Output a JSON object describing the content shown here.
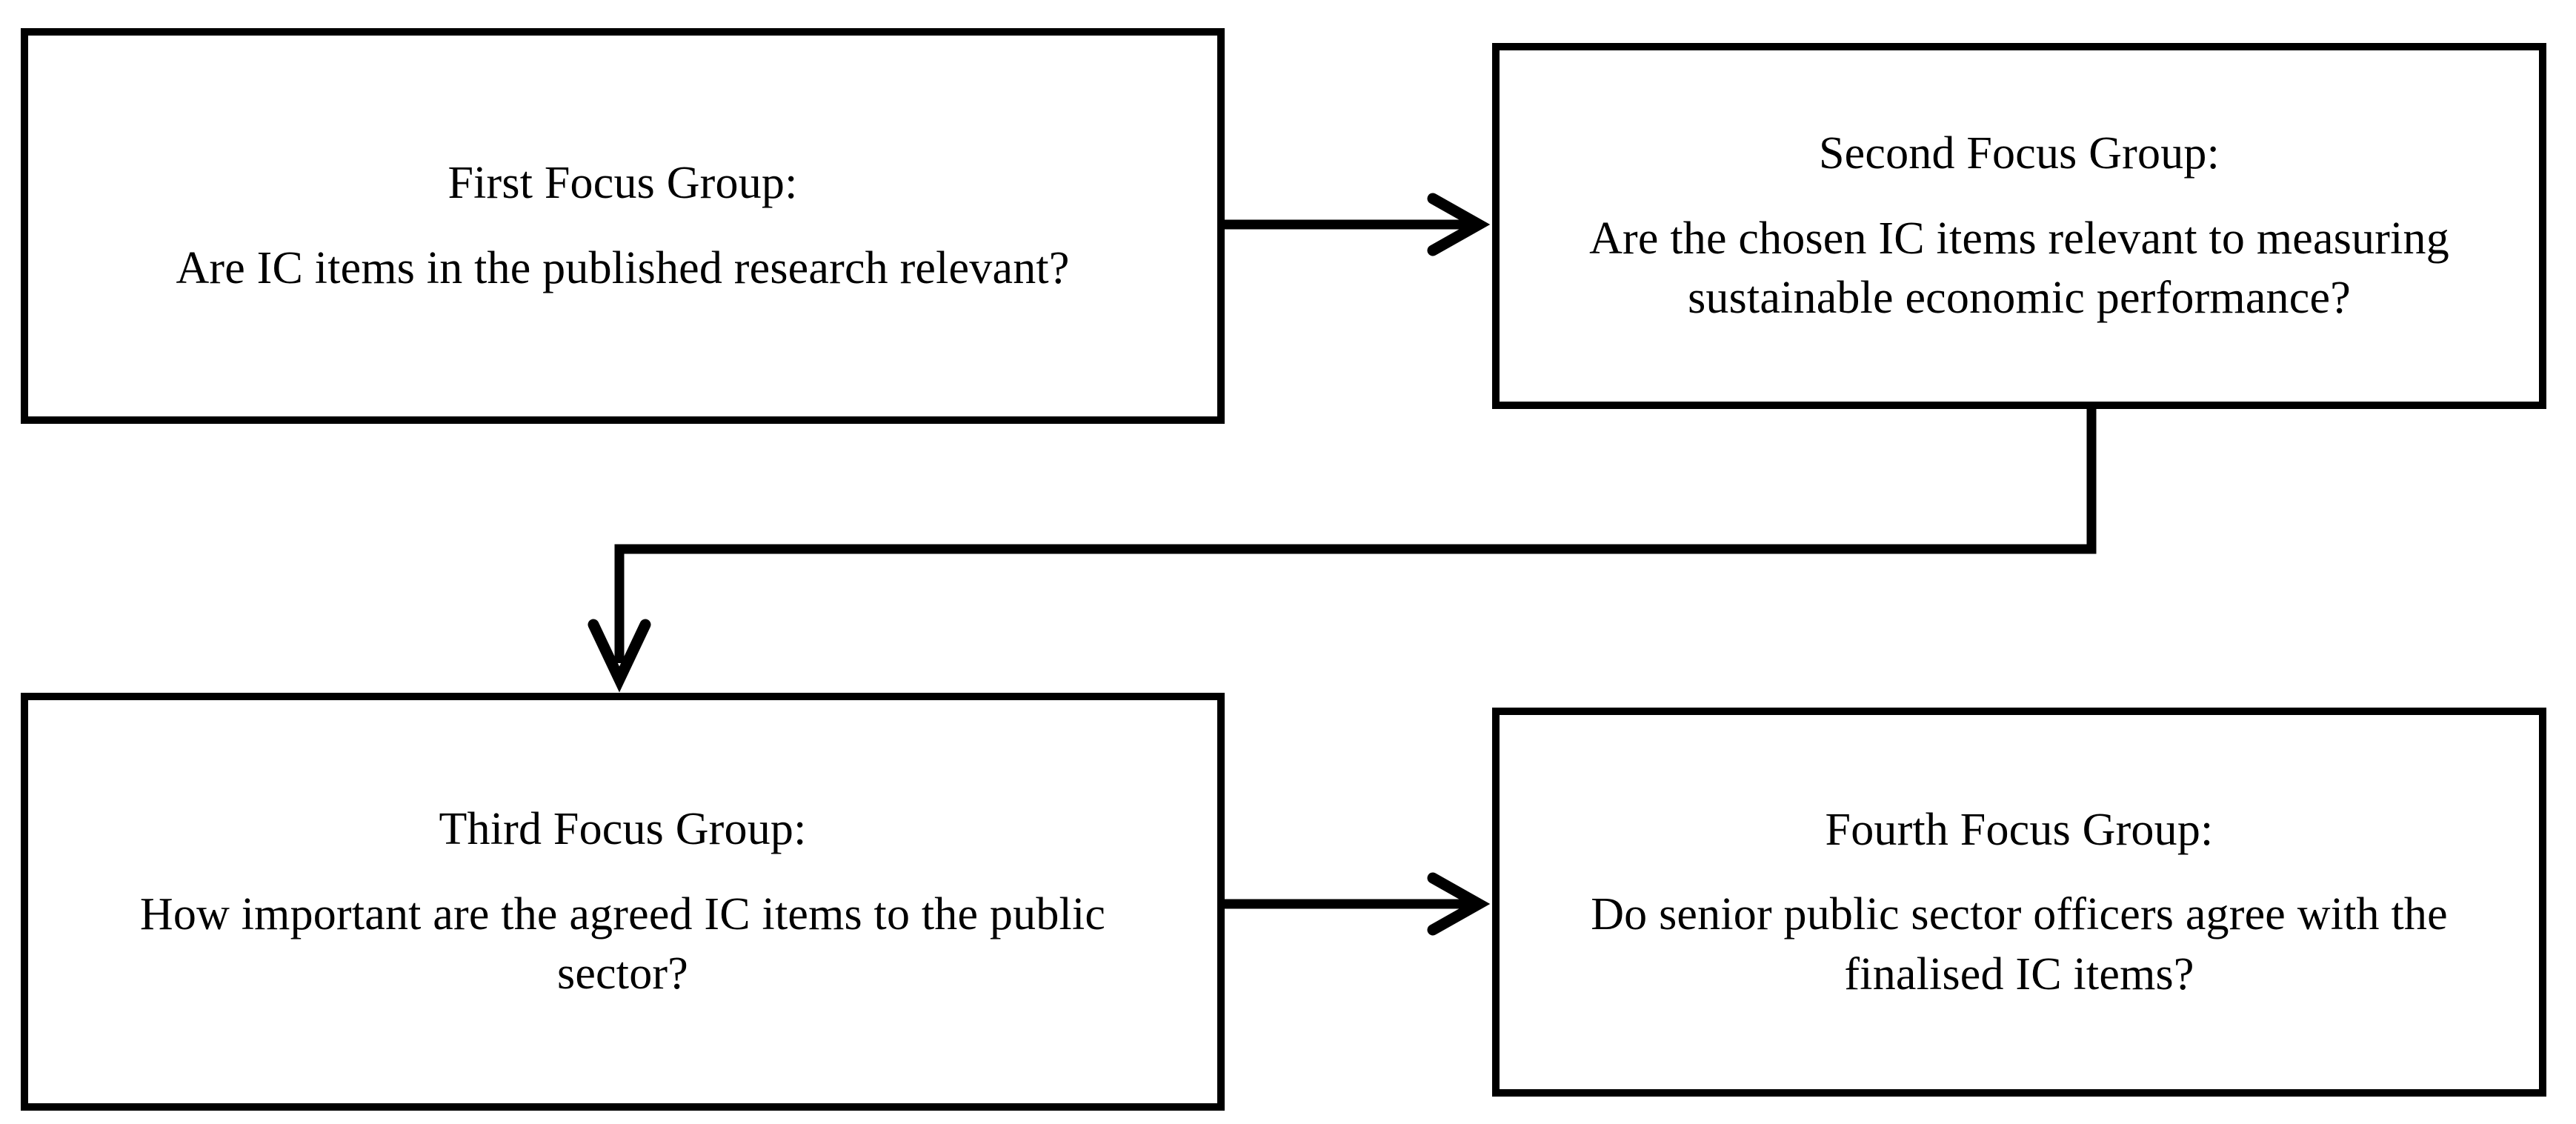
{
  "diagram": {
    "type": "flowchart",
    "orientation": "2x2 grid, left-to-right then wrap",
    "background_color": "#FFFFFF",
    "stroke_color": "#000000",
    "text_color": "#000000",
    "nodes": [
      {
        "id": "first-focus-group",
        "title": "First Focus Group:",
        "question": "Are IC items in the published research relevant?"
      },
      {
        "id": "second-focus-group",
        "title": "Second Focus Group:",
        "question": "Are the chosen IC items relevant to measuring sustainable economic performance?"
      },
      {
        "id": "third-focus-group",
        "title": "Third Focus Group:",
        "question": "How important are the agreed IC items to the public sector?"
      },
      {
        "id": "fourth-focus-group",
        "title": "Fourth Focus Group:",
        "question": "Do senior public sector officers agree with the finalised IC items?"
      }
    ],
    "connectors": [
      {
        "id": "arrow-1-to-2",
        "from": "first-focus-group",
        "to": "second-focus-group",
        "shape": "straight-horizontal",
        "arrowhead": "open-v",
        "direction": "right"
      },
      {
        "id": "arrow-2-to-3",
        "from": "second-focus-group",
        "to": "third-focus-group",
        "shape": "elbow-down-left-down",
        "arrowhead": "open-v",
        "direction": "down"
      },
      {
        "id": "arrow-3-to-4",
        "from": "third-focus-group",
        "to": "fourth-focus-group",
        "shape": "straight-horizontal",
        "arrowhead": "open-v",
        "direction": "right"
      }
    ]
  }
}
